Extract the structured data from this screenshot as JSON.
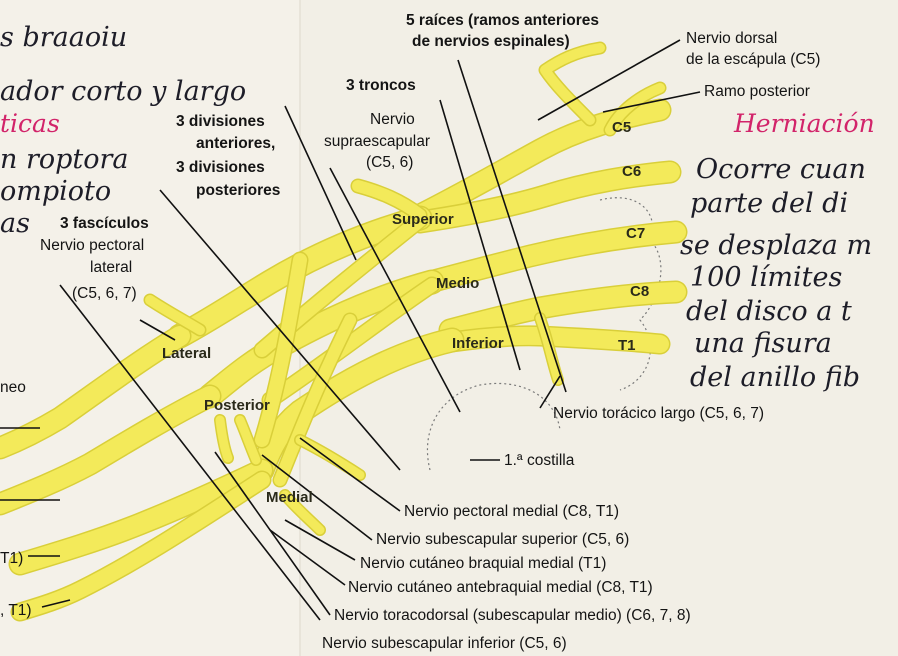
{
  "labels": {
    "roots_title_line1": "5 raíces (ramos anteriores",
    "roots_title_line2": "de nervios espinales)",
    "dorsal_scapular_line1": "Nervio dorsal",
    "dorsal_scapular_line2": "de la escápula (C5)",
    "posterior_branch": "Ramo posterior",
    "trunks_title": "3 troncos",
    "suprascapular_line1": "Nervio",
    "suprascapular_line2": "supraescapular",
    "suprascapular_line3": "(C5, 6)",
    "divisions_line1": "3 divisiones",
    "divisions_line2": "anteriores,",
    "divisions_line3": "3 divisiones",
    "divisions_line4": "posteriores",
    "fascicles_title": "3 fascículos",
    "lateral_pectoral_line1": "Nervio pectoral",
    "lateral_pectoral_line2": "lateral",
    "lateral_pectoral_line3": "(C5, 6, 7)",
    "long_thoracic": "Nervio torácico largo (C5, 6, 7)",
    "first_rib": "1.ª costilla",
    "medial_pectoral": "Nervio pectoral medial (C8, T1)",
    "upper_subscapular": "Nervio subescapular superior (C5, 6)",
    "medial_brachial_cutaneous": "Nervio cutáneo braquial medial (T1)",
    "medial_antebrachial_cutaneous": "Nervio cutáneo antebraquial medial (C8, T1)",
    "thoracodorsal": "Nervio toracodorsal (subescapular medio) (C6, 7, 8)",
    "lower_subscapular": "Nervio subescapular inferior (C5, 6)",
    "left_edge_1": "neo",
    "left_edge_2": "T1)",
    "left_edge_3": ", T1)"
  },
  "structure_labels": {
    "C5": "C5",
    "C6": "C6",
    "C7": "C7",
    "C8": "C8",
    "T1": "T1",
    "superior": "Superior",
    "medio": "Medio",
    "inferior": "Inferior",
    "lateral": "Lateral",
    "posterior": "Posterior",
    "medial": "Medial"
  },
  "handwriting": {
    "left_1": "s braaoiu",
    "left_2": "ador corto y largo",
    "left_3": "ticas",
    "left_4": "n roptora",
    "left_5": "ompioto",
    "left_6": "as",
    "right_red": "Herniación",
    "right_1": "Ocorre cuan",
    "right_2": "parte del di",
    "right_3": "se desplaza m",
    "right_4": "100 límites",
    "right_5": "del disco a t",
    "right_6": "una fisura",
    "right_7": "del anillo fib"
  },
  "colors": {
    "nerve": "#f3ea5a",
    "handwriting_red": "#d2246a",
    "paper": "#f2efe6"
  }
}
